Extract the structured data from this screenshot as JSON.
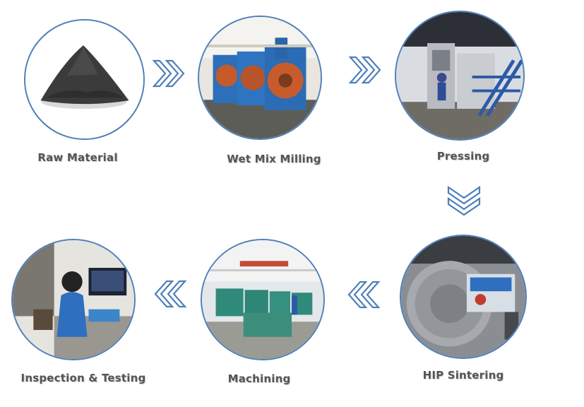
{
  "steps": [
    {
      "label": "Raw Material"
    },
    {
      "label": "Wet Mix Milling"
    },
    {
      "label": "Pressing"
    },
    {
      "label": "HIP Sintering"
    },
    {
      "label": "Machining"
    },
    {
      "label": "Inspection & Testing"
    }
  ],
  "arrows": [
    {
      "direction": "right",
      "icon": "double-chevron-right-icon"
    },
    {
      "direction": "right",
      "icon": "double-chevron-right-icon"
    },
    {
      "direction": "down",
      "icon": "double-chevron-down-icon"
    },
    {
      "direction": "left",
      "icon": "double-chevron-left-icon"
    },
    {
      "direction": "left",
      "icon": "double-chevron-left-icon"
    }
  ],
  "colors": {
    "accent": "#4f7fb8",
    "label": "#555555"
  }
}
